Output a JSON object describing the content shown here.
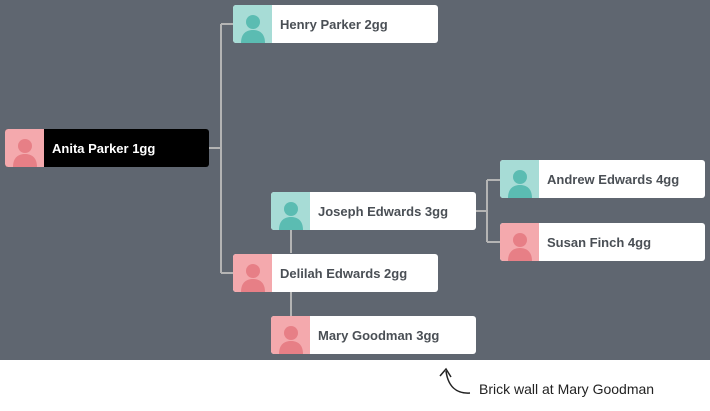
{
  "tree": {
    "nodes": [
      {
        "id": "anita",
        "label": "Anita Parker 1gg",
        "gender": "female",
        "selected": true
      },
      {
        "id": "henry",
        "label": "Henry Parker 2gg",
        "gender": "male",
        "selected": false
      },
      {
        "id": "delilah",
        "label": "Delilah Edwards 2gg",
        "gender": "female",
        "selected": false
      },
      {
        "id": "joseph",
        "label": "Joseph Edwards 3gg",
        "gender": "male",
        "selected": false
      },
      {
        "id": "mary",
        "label": "Mary Goodman 3gg",
        "gender": "female",
        "selected": false
      },
      {
        "id": "andrew",
        "label": "Andrew Edwards 4gg",
        "gender": "male",
        "selected": false
      },
      {
        "id": "susan",
        "label": "Susan Finch 4gg",
        "gender": "female",
        "selected": false
      }
    ]
  },
  "annotation": {
    "text": "Brick wall at Mary Goodman"
  },
  "colors": {
    "background": "#5f6670",
    "male_avatar": "#a7dcd6",
    "male_silhouette": "#5bbcb2",
    "female_avatar": "#f4a9ad",
    "female_silhouette": "#e77f86",
    "connector": "#b4b4b4",
    "selected_node": "#000000"
  }
}
